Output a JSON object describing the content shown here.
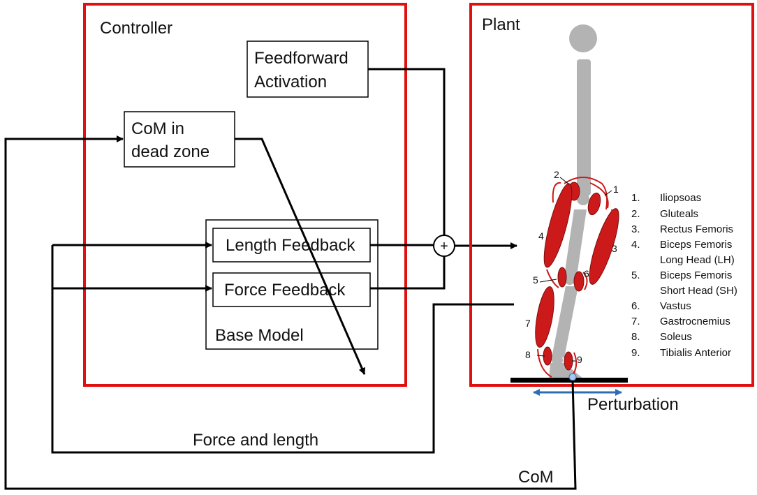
{
  "controller": {
    "title": "Controller",
    "feedforward": [
      "Feedforward",
      "Activation"
    ],
    "com_dead_zone": [
      "CoM in",
      "dead zone"
    ],
    "length_feedback": "Length Feedback",
    "force_feedback": "Force Feedback",
    "base_model": "Base Model",
    "sum_symbol": "+"
  },
  "plant": {
    "title": "Plant",
    "muscle_numbers": [
      "1",
      "2",
      "3",
      "4",
      "5",
      "6",
      "7",
      "8",
      "9"
    ],
    "legend": [
      {
        "num": "1.",
        "lines": [
          "Iliopsoas"
        ]
      },
      {
        "num": "2.",
        "lines": [
          "Gluteals"
        ]
      },
      {
        "num": "3.",
        "lines": [
          "Rectus Femoris"
        ]
      },
      {
        "num": "4.",
        "lines": [
          "Biceps Femoris",
          "Long Head (LH)"
        ]
      },
      {
        "num": "5.",
        "lines": [
          "Biceps Femoris",
          "Short Head (SH)"
        ]
      },
      {
        "num": "6.",
        "lines": [
          "Vastus"
        ]
      },
      {
        "num": "7.",
        "lines": [
          "Gastrocnemius"
        ]
      },
      {
        "num": "8.",
        "lines": [
          "Soleus"
        ]
      },
      {
        "num": "9.",
        "lines": [
          "Tibialis Anterior"
        ]
      }
    ]
  },
  "signals": {
    "perturbation": "Perturbation",
    "force_and_length": "Force and length",
    "com": "CoM"
  },
  "colors": {
    "box_border": "#e01010",
    "muscle": "#cc1a1a",
    "bone": "#b3b3b3",
    "arrow": "#000000",
    "perturbation_arrow": "#2e6db4"
  }
}
